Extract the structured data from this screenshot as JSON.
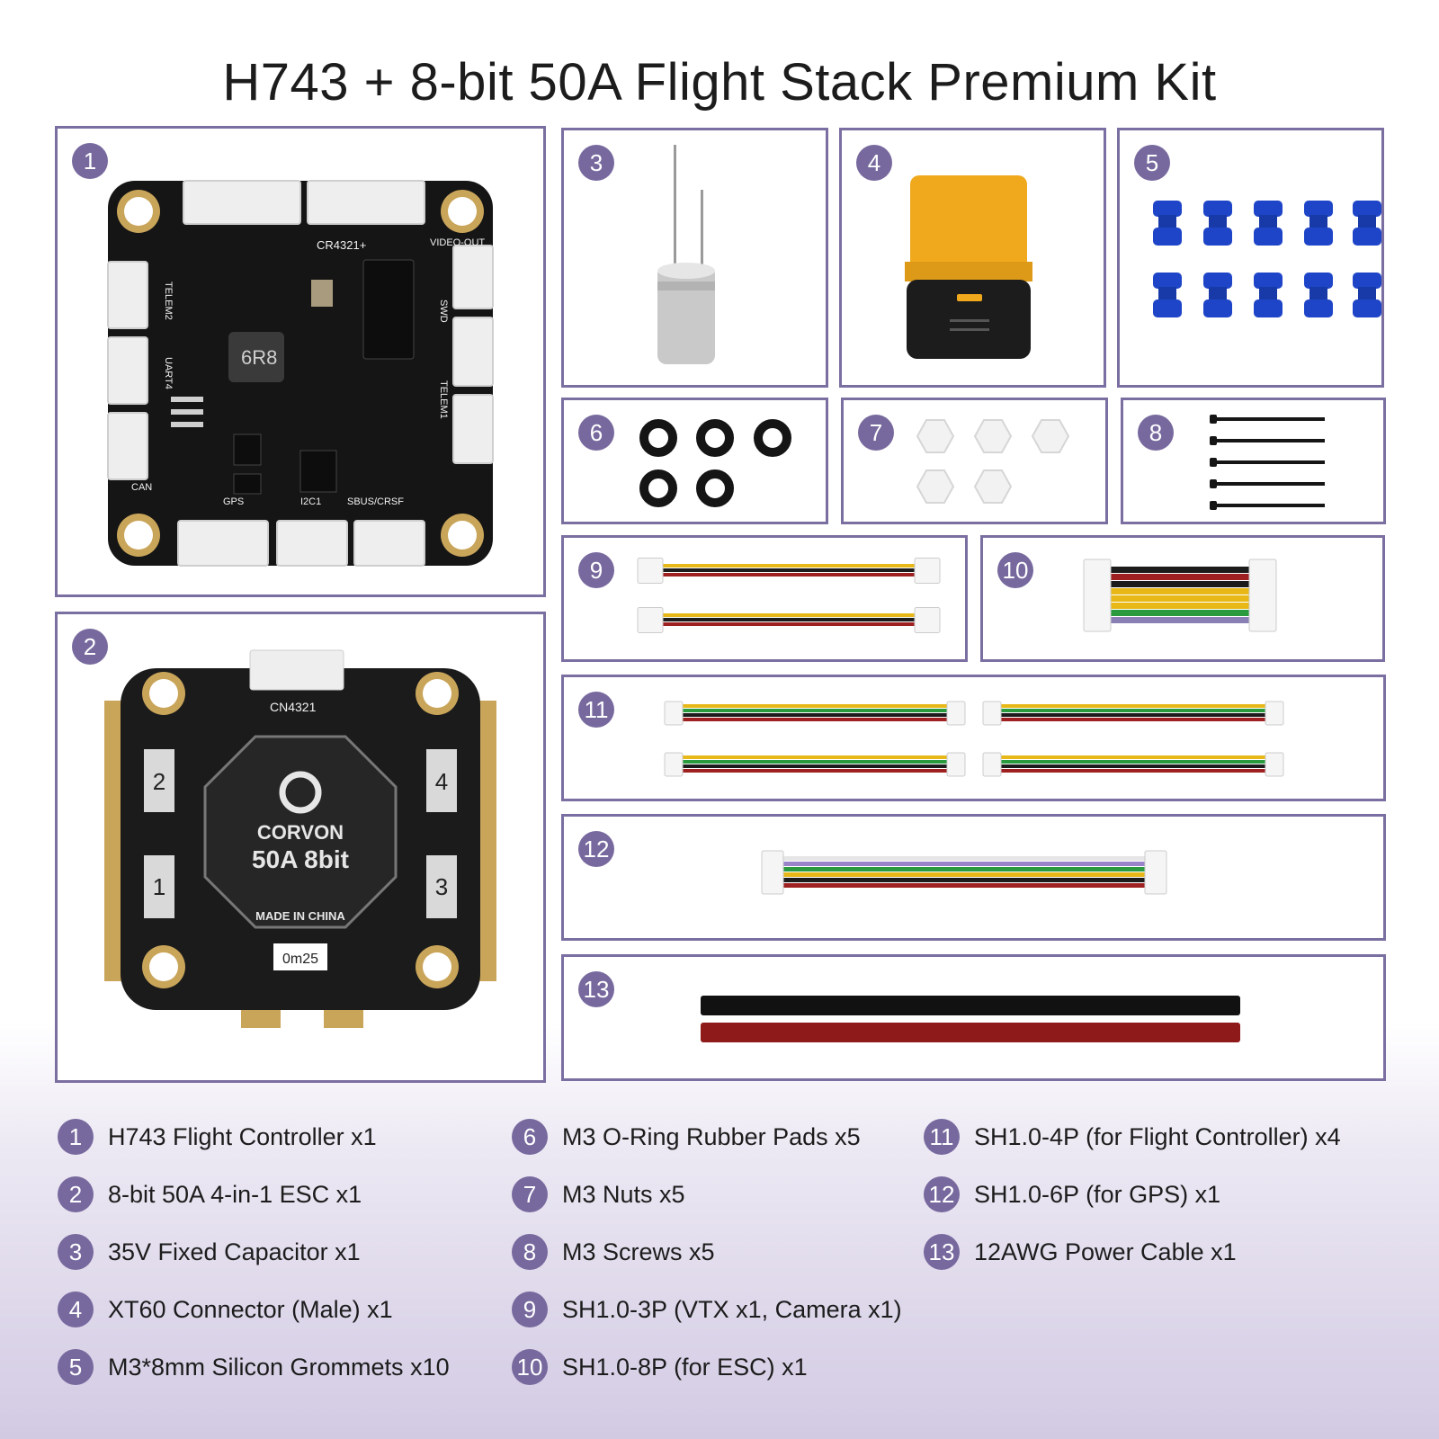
{
  "title": "H743 + 8-bit 50A Flight Stack Premium Kit",
  "panels": {
    "p1": {
      "num": "1",
      "silk_model": "CR4321+",
      "silk_video": "VIDEO-OUT",
      "silk_telem2": "TELEM2",
      "silk_uart4": "UART4",
      "silk_can": "CAN",
      "silk_gps": "GPS",
      "silk_i2c1": "I2C1",
      "silk_sbus": "SBUS/CRSF",
      "silk_swd": "SWD",
      "silk_telem1": "TELEM1",
      "silk_inductor": "6R8"
    },
    "p2": {
      "num": "2",
      "silk_model": "CN4321",
      "brand": "CORVON",
      "rating": "50A 8bit",
      "made": "MADE IN CHINA",
      "pad_labels": [
        "2",
        "4",
        "1",
        "3"
      ],
      "cap_label": "0m25"
    },
    "p3": {
      "num": "3"
    },
    "p4": {
      "num": "4"
    },
    "p5": {
      "num": "5"
    },
    "p6": {
      "num": "6"
    },
    "p7": {
      "num": "7"
    },
    "p8": {
      "num": "8"
    },
    "p9": {
      "num": "9"
    },
    "p10": {
      "num": "10"
    },
    "p11": {
      "num": "11"
    },
    "p12": {
      "num": "12"
    },
    "p13": {
      "num": "13"
    }
  },
  "legend": [
    {
      "num": "1",
      "text": "H743 Flight Controller x1"
    },
    {
      "num": "2",
      "text": "8-bit 50A 4-in-1 ESC x1"
    },
    {
      "num": "3",
      "text": "35V Fixed Capacitor x1"
    },
    {
      "num": "4",
      "text": "XT60 Connector (Male) x1"
    },
    {
      "num": "5",
      "text": "M3*8mm Silicon Grommets x10"
    },
    {
      "num": "6",
      "text": "M3 O-Ring Rubber Pads x5"
    },
    {
      "num": "7",
      "text": "M3 Nuts x5"
    },
    {
      "num": "8",
      "text": "M3 Screws x5"
    },
    {
      "num": "9",
      "text": "SH1.0-3P (VTX x1, Camera x1)"
    },
    {
      "num": "10",
      "text": "SH1.0-8P (for ESC) x1"
    },
    {
      "num": "11",
      "text": "SH1.0-4P (for Flight Controller) x4"
    },
    {
      "num": "12",
      "text": "SH1.0-6P (for GPS) x1"
    },
    {
      "num": "13",
      "text": "12AWG Power Cable x1"
    }
  ],
  "colors": {
    "frame": "#7b6fa1",
    "badge": "#77699e",
    "pcb": "#1a1a1a",
    "gold": "#c9a55a",
    "xt60": "#f0a81c",
    "grommet": "#1e45c8"
  }
}
